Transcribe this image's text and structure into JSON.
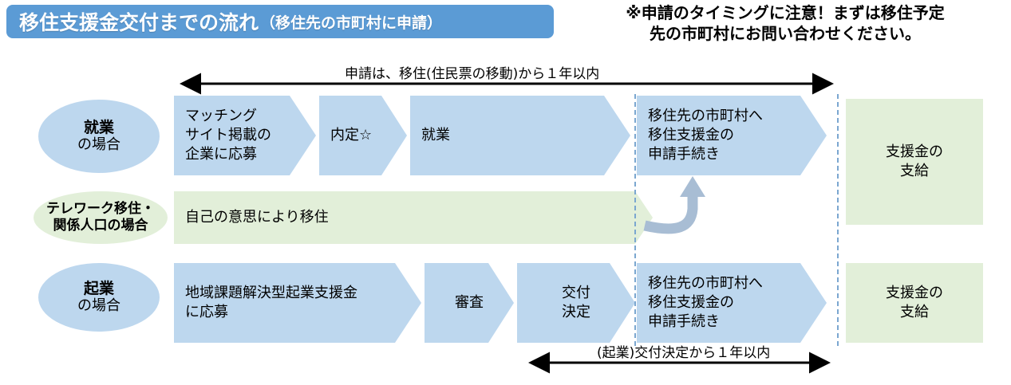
{
  "header": {
    "title_main": "移住支援金交付までの流れ",
    "title_sub": "（移住先の市町村に申請）",
    "note_line1": "※申請のタイミングに注意！まずは移住予定",
    "note_line2": "先の市町村にお問い合わせください。",
    "banner_color": "#5b9bd5"
  },
  "colors": {
    "blue_fill": "#bdd7ee",
    "green_fill": "#e2efd9",
    "dashed_line": "#7ba7d0",
    "curve_arrow": "#a8bdd4",
    "text": "#000000"
  },
  "annotations": {
    "top_arrow_label": "申請は、移住(住民票の移動)から１年以内",
    "bottom_arrow_label": "(起業)交付決定から１年以内"
  },
  "rows": [
    {
      "id": "employment",
      "ellipse": {
        "line1": "就業",
        "line2": "の場合",
        "fill": "blue"
      },
      "steps": [
        {
          "label": "マッチング\nサイト掲載の\n企業に応募",
          "fill": "blue",
          "align": "left"
        },
        {
          "label": "内定☆",
          "fill": "blue",
          "align": "left"
        },
        {
          "label": "就業",
          "fill": "blue",
          "align": "left"
        },
        {
          "label": "移住先の市町村へ\n移住支援金の\n申請手続き",
          "fill": "blue",
          "align": "left"
        }
      ],
      "result": {
        "label": "支援金の\n支給",
        "fill": "green"
      }
    },
    {
      "id": "telework",
      "ellipse": {
        "line1": "テレワーク移住・",
        "line2": "関係人口の場合",
        "fill": "green"
      },
      "steps": [
        {
          "label": "自己の意思により移住",
          "fill": "green",
          "align": "left"
        }
      ],
      "result": null
    },
    {
      "id": "startup",
      "ellipse": {
        "line1": "起業",
        "line2": "の場合",
        "fill": "blue"
      },
      "steps": [
        {
          "label": "地域課題解決型起業支援金\nに応募",
          "fill": "blue",
          "align": "left"
        },
        {
          "label": "審査",
          "fill": "blue",
          "align": "center"
        },
        {
          "label": "交付\n決定",
          "fill": "blue",
          "align": "center"
        },
        {
          "label": "移住先の市町村へ\n移住支援金の\n申請手続き",
          "fill": "blue",
          "align": "left"
        }
      ],
      "result": {
        "label": "支援金の\n支給",
        "fill": "green"
      }
    }
  ],
  "icons": {
    "top_arrow": "double-headed-arrow-icon",
    "bottom_arrow": "double-headed-arrow-icon",
    "loop_arrow": "curved-return-arrow-icon"
  }
}
